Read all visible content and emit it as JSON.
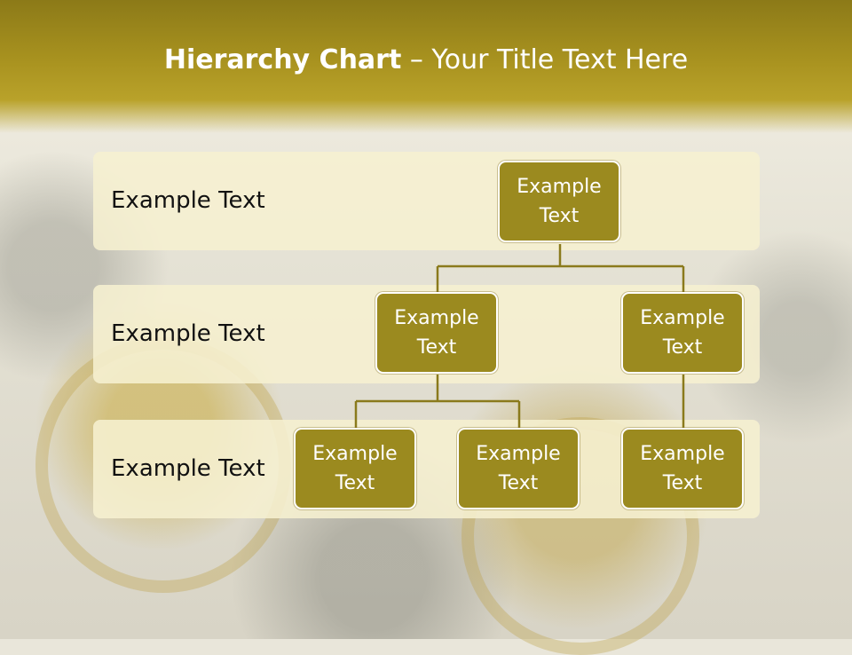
{
  "header": {
    "title_bold": "Hierarchy Chart",
    "title_rest": " – Your Title Text Here"
  },
  "bands": [
    {
      "label": "Example Text"
    },
    {
      "label": "Example Text"
    },
    {
      "label": "Example Text"
    }
  ],
  "nodes": {
    "root": "Example Text",
    "level2_left": "Example Text",
    "level2_right": "Example Text",
    "level3_a": "Example Text",
    "level3_b": "Example Text",
    "level3_c": "Example Text"
  },
  "colors": {
    "header": "#a8921f",
    "node_fill": "#9b8a1f",
    "band_fill": "#f6f0d0",
    "connector": "#8a7a1c"
  }
}
